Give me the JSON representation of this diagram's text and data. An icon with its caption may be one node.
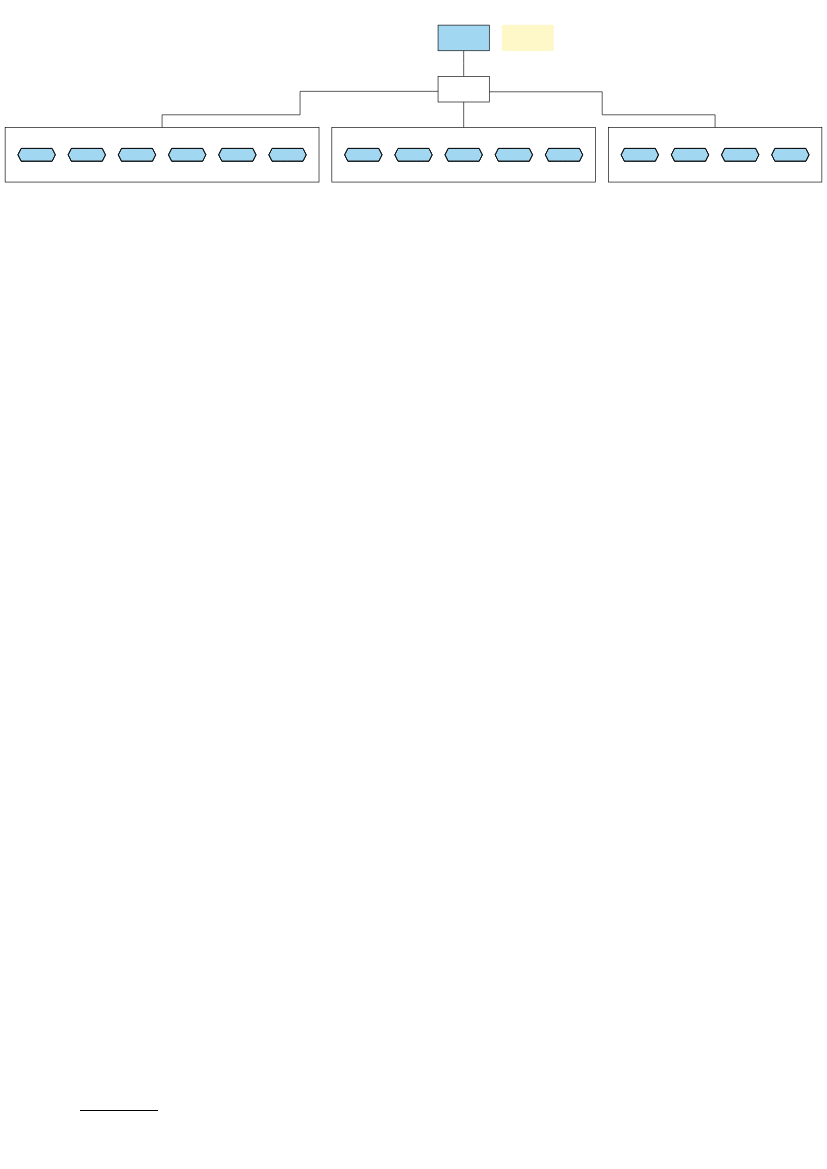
{
  "diagram": {
    "nodes": [
      {
        "text": [],
        "shape": "box"
      },
      {
        "text": [],
        "shape": "box"
      },
      {
        "text": [],
        "shape": "box"
      },
      {
        "text": [],
        "shape": "octagon",
        "in": 2
      },
      {
        "text": [],
        "shape": "octagon",
        "in": 2
      },
      {
        "text": [],
        "shape": "octagon",
        "in": 2
      },
      {
        "text": [],
        "shape": "octagon",
        "in": 2
      },
      {
        "text": [],
        "shape": "octagon",
        "in": 2
      },
      {
        "text": [],
        "shape": "octagon",
        "in": 2
      },
      {
        "text": [],
        "shape": "box"
      },
      {
        "text": [],
        "shape": "octagon",
        "in": 9
      },
      {
        "text": [],
        "shape": "octagon",
        "in": 9
      },
      {
        "text": [],
        "shape": "octagon",
        "in": 9
      },
      {
        "text": [],
        "shape": "octagon",
        "in": 9
      },
      {
        "text": [],
        "shape": "octagon",
        "in": 9
      },
      {
        "text": [],
        "shape": "box"
      },
      {
        "text": [],
        "shape": "octagon",
        "in": 15
      },
      {
        "text": [],
        "shape": "octagon",
        "in": 15
      },
      {
        "text": [],
        "shape": "octagon",
        "in": 15
      },
      {
        "text": [],
        "shape": "octagon",
        "in": 15
      },
      {
        "text": [],
        "shape": "box"
      }
    ],
    "edges": [
      {
        "from": 0,
        "to": 1,
        "arrow": "none"
      },
      {
        "from": 1,
        "to": 2,
        "arrow": "none"
      },
      {
        "from": 1,
        "to": 9,
        "arrow": "none"
      },
      {
        "from": 1,
        "to": 15,
        "arrow": "none"
      }
    ]
  }
}
